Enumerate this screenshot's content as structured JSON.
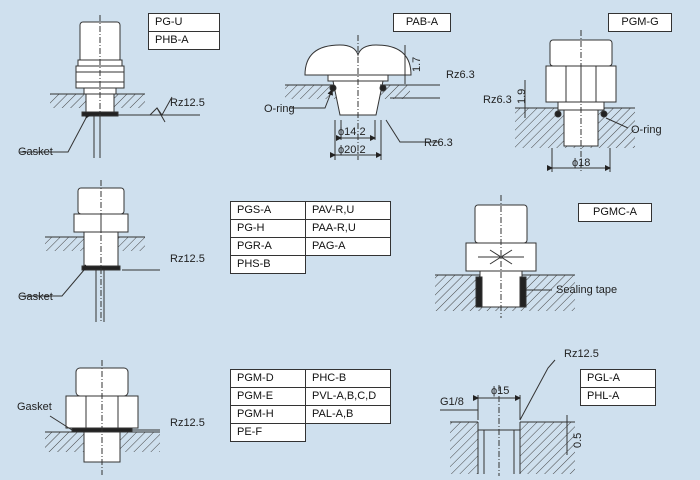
{
  "tables": {
    "pg_u": [
      "PG-U",
      "PHB-A"
    ],
    "pab_a": "PAB-A",
    "pgm_g": "PGM-G",
    "pgmc_a": "PGMC-A",
    "pgl_a": [
      "PGL-A",
      "PHL-A"
    ],
    "pgs": [
      [
        "PGS-A",
        "PAV-R,U"
      ],
      [
        "PG-H",
        "PAA-R,U"
      ],
      [
        "PGR-A",
        "PAG-A"
      ],
      [
        "PHS-B",
        ""
      ]
    ],
    "pgm_d": [
      [
        "PGM-D",
        "PHC-B"
      ],
      [
        "PGM-E",
        "PVL-A,B,C,D"
      ],
      [
        "PGM-H",
        "PAL-A,B"
      ],
      [
        "PE-F",
        ""
      ]
    ]
  },
  "labels": {
    "gasket": "Gasket",
    "o_ring": "O-ring",
    "sealing_tape": "Sealing tape",
    "rz12_5": "Rz12.5",
    "rz6_3": "Rz6.3",
    "dim_1_7": "1.7",
    "dim_1_9": "1.9",
    "dim_14_2": "ϕ14.2",
    "dim_20_2": "ϕ20.2",
    "dim_18": "ϕ18",
    "dim_15": "ϕ15",
    "g1_8": "G1/8",
    "dim_0_5": "0.5"
  },
  "colors": {
    "background": "#cfe0ee",
    "line": "#333333",
    "fill": "#ffffff"
  }
}
